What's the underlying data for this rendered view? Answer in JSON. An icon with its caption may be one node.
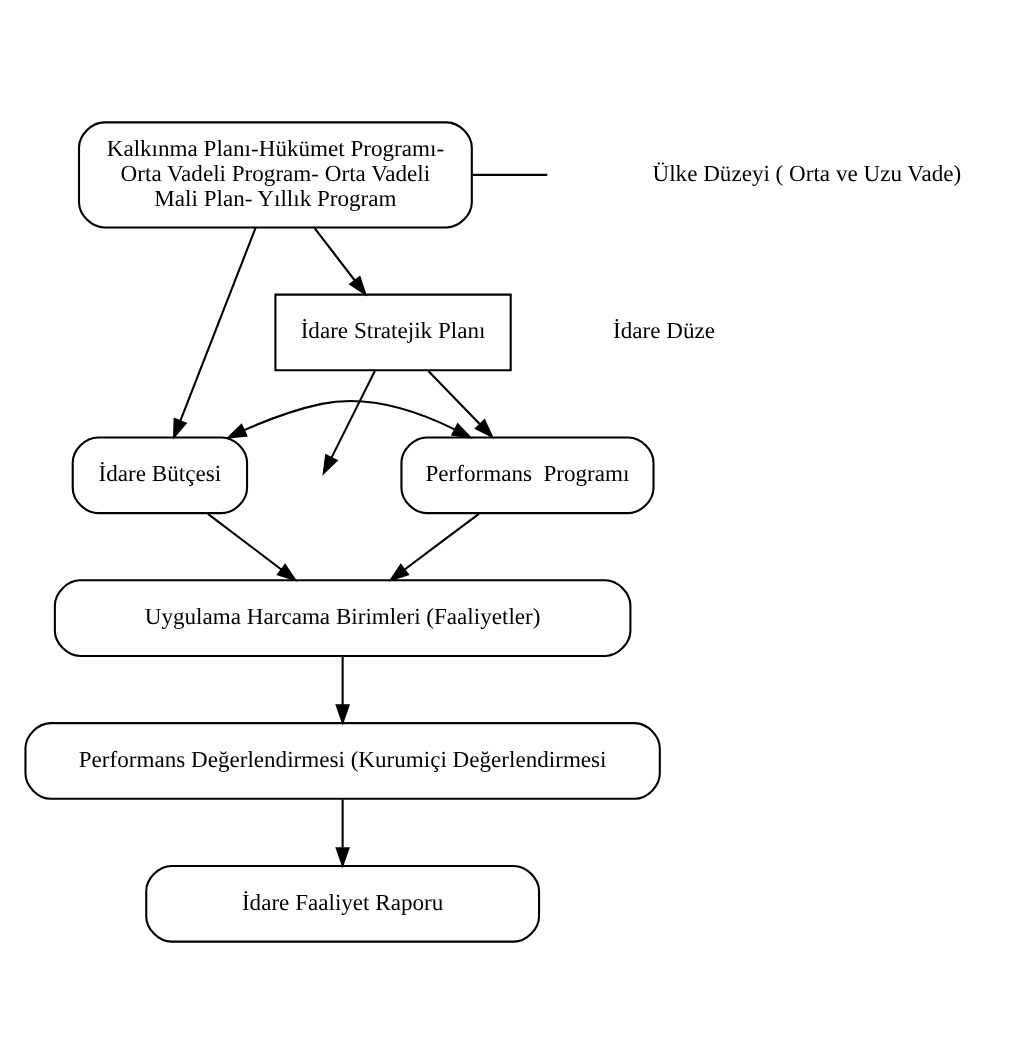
{
  "diagram": {
    "nodes": [
      {
        "text": [
          "Kalkınma Planı-Hükümet Programı- Orta Vadeli Program- Orta Vadeli Mali Plan- Yıllık Program"
        ]
      },
      {
        "text": [
          "İdare Stratejik Planı"
        ]
      },
      {
        "text": [
          "İdare Bütçesi"
        ]
      },
      {
        "text": [
          "Performans  Programı"
        ]
      },
      {
        "text": [
          "Uygulama Harcama Birimleri (Faaliyetler)"
        ]
      },
      {
        "text": [
          "Performans Değerlendirmesi (Kurumiçi Değerlendirmesi"
        ]
      },
      {
        "text": [
          "İdare Faaliyet Raporu"
        ]
      }
    ],
    "edges": [
      {
        "from": 0,
        "to": 1,
        "arrow": "to"
      },
      {
        "from": 0,
        "to": 2,
        "arrow": "to"
      },
      {
        "from": 1,
        "to": 3,
        "arrow": "to"
      },
      {
        "from": 2,
        "to": 3,
        "arrow": "both"
      },
      {
        "from": 2,
        "to": 4,
        "arrow": "to"
      },
      {
        "from": 3,
        "to": 4,
        "arrow": "to"
      },
      {
        "from": 4,
        "to": 5,
        "arrow": "to"
      },
      {
        "from": 5,
        "to": 6,
        "arrow": "to"
      },
      {
        "from": 0,
        "to": null,
        "arrow": "none"
      },
      {
        "from": 1,
        "to": null,
        "arrow": "to"
      }
    ],
    "labels": [
      "Ülke Düzeyi ( Orta ve Uzu Vade)",
      "İdare Düze"
    ]
  }
}
